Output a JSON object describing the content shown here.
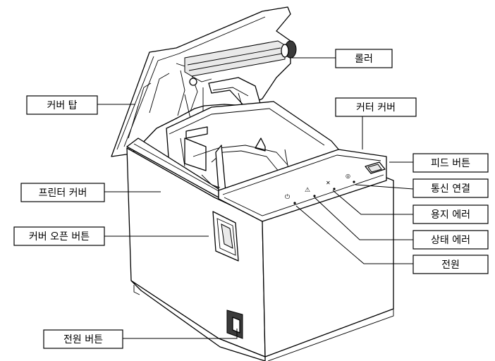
{
  "labels": {
    "roller": "롤러",
    "cover_top": "커버 탑",
    "cutter_cover": "커터 커버",
    "feed_button": "피드 버튼",
    "comm_link": "통신 연결",
    "printer_cover": "프린터 커버",
    "paper_error": "용지 에러",
    "cover_open_button": "커버 오픈 버튼",
    "status_error": "상태 에러",
    "power": "전원",
    "power_button": "전원 버튼"
  }
}
